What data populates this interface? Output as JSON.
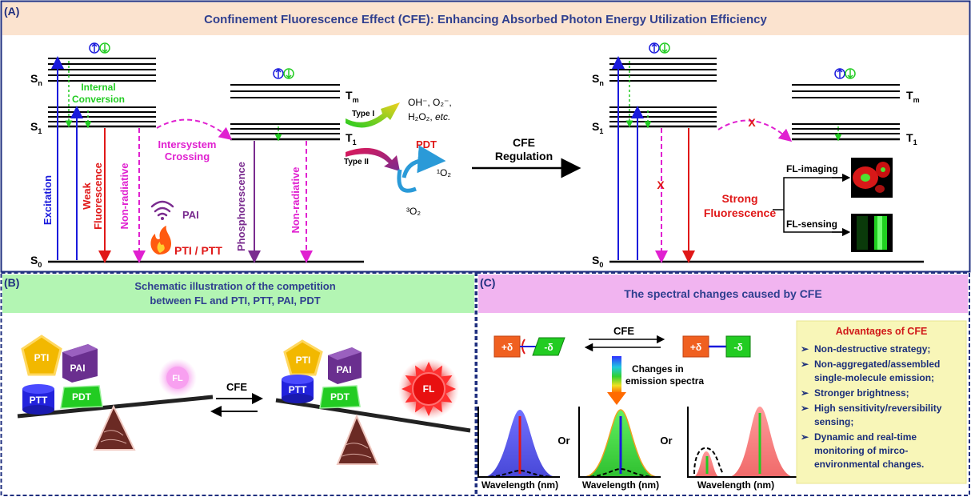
{
  "panelA": {
    "tag": "(A)",
    "title": "Confinement Fluorescence Effect (CFE): Enhancing Absorbed Photon Energy Utilization Efficiency",
    "left": {
      "sn": "S",
      "sn_sub": "n",
      "s1": "S",
      "s1_sub": "1",
      "s0": "S",
      "s0_sub": "0",
      "internal_conversion": [
        "Internal",
        "Conversion"
      ],
      "excitation": "Excitation",
      "weak_fluorescence": [
        "Weak",
        "Fluorescence"
      ],
      "non_radiative": "Non-radiative",
      "isc": [
        "Intersystem",
        "Crossing"
      ],
      "phosphorescence": "Phosphorescence",
      "non_radiative_2": "Non-radiative",
      "pai": "PAI",
      "pti_ptt": "PTI / PTT",
      "tm": "T",
      "tm_sub": "m",
      "t1": "T",
      "t1_sub": "1",
      "type1": "Type I",
      "type2": "Type II",
      "ros_line1": "OH⁻, O₂⁻,",
      "ros_line2a": "H₂O₂, ",
      "ros_line2b": "etc.",
      "pdt": "PDT",
      "singlet_o2": "¹O₂",
      "triplet_o2": "³O₂"
    },
    "middle": {
      "line1": "CFE",
      "line2": "Regulation"
    },
    "right": {
      "sn": "S",
      "sn_sub": "n",
      "s1": "S",
      "s1_sub": "1",
      "s0": "S",
      "s0_sub": "0",
      "tm": "T",
      "tm_sub": "m",
      "t1": "T",
      "t1_sub": "1",
      "cross": "X",
      "strong_fluorescence": [
        "Strong",
        "Fluorescence"
      ],
      "fl_imaging": "FL-imaging",
      "fl_sensing": "FL-sensing"
    }
  },
  "panelB": {
    "tag": "(B)",
    "title_line1": "Schematic illustration of the competition",
    "title_line2": "between FL and PTI, PTT, PAI, PDT",
    "cfe": "CFE",
    "left_shapes": {
      "pti": "PTI",
      "pai": "PAI",
      "ptt": "PTT",
      "pdt": "PDT",
      "fl": "FL"
    },
    "right_shapes": {
      "pti": "PTI",
      "pai": "PAI",
      "ptt": "PTT",
      "pdt": "PDT",
      "fl": "FL"
    }
  },
  "panelC": {
    "tag": "(C)",
    "title": "The spectral changes caused by CFE",
    "plus_delta": "+δ",
    "minus_delta": "-δ",
    "cfe": "CFE",
    "changes": [
      "Changes in",
      "emission spectra"
    ],
    "or1": "Or",
    "or2": "Or",
    "xlabel": "Wavelength (nm)",
    "advantages": {
      "title": "Advantages of CFE",
      "items": [
        [
          "Non-destructive strategy;"
        ],
        [
          "Non-aggregated/assembled",
          "single-molecule emission;"
        ],
        [
          "Stronger brightness;"
        ],
        [
          "High sensitivity/reversibility",
          "sensing;"
        ],
        [
          "Dynamic and real-time",
          "monitoring of mirco-",
          "environmental changes."
        ]
      ]
    }
  },
  "colors": {
    "blue_title": "#2f3f8f",
    "magenta": "#e020d0",
    "green": "#22cc22",
    "red": "#e01818",
    "purple": "#7a2c8f",
    "panelA_header": "#fbe3cf",
    "panelB_header": "#b3f5b3",
    "panelC_header": "#f1b4f0",
    "adv_bg": "#f8f6b8",
    "adv_title": "#d01818",
    "adv_text": "#1b2e7a"
  }
}
